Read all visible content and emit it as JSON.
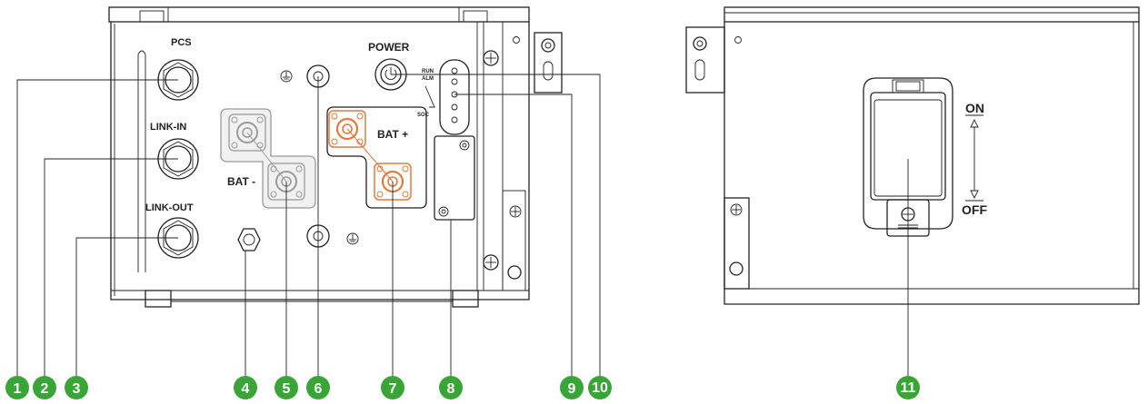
{
  "colors": {
    "accent": "#3aa537",
    "battery_positive": "#e07a3f",
    "battery_negative": "#9a9a9a",
    "line": "#222222"
  },
  "labels": {
    "pcs": "PCS",
    "link_in": "LINK-IN",
    "link_out": "LINK-OUT",
    "power": "POWER",
    "bat_neg": "BAT -",
    "bat_pos": "BAT +",
    "run": "RUN",
    "alm": "ALM",
    "soc": "SOC",
    "on": "ON",
    "off": "OFF"
  },
  "icons": [
    "ground-icon",
    "power-icon"
  ],
  "callouts": [
    {
      "label": "1"
    },
    {
      "label": "2"
    },
    {
      "label": "3"
    },
    {
      "label": "4"
    },
    {
      "label": "5"
    },
    {
      "label": "6"
    },
    {
      "label": "7"
    },
    {
      "label": "8"
    },
    {
      "label": "9"
    },
    {
      "label": "10"
    },
    {
      "label": "11"
    }
  ]
}
